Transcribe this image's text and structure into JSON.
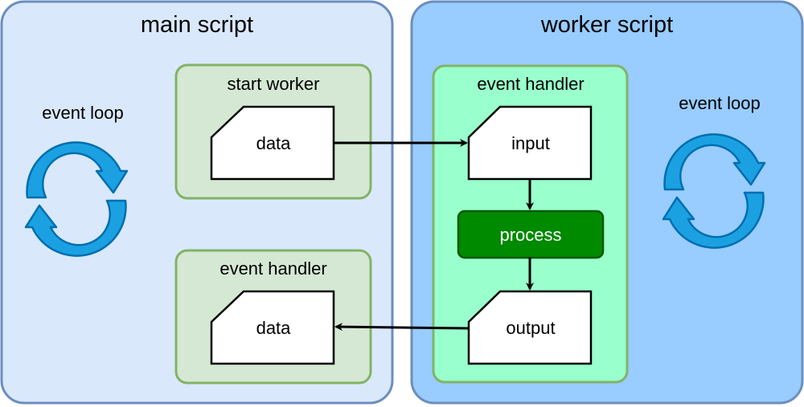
{
  "main_script": {
    "title": "main script",
    "event_loop_label": "event loop",
    "start_worker": {
      "title": "start worker",
      "data_label": "data"
    },
    "event_handler": {
      "title": "event handler",
      "data_label": "data"
    }
  },
  "worker_script": {
    "title": "worker script",
    "event_loop_label": "event loop",
    "event_handler": {
      "title": "event handler",
      "input_label": "input",
      "process_label": "process",
      "output_label": "output"
    }
  },
  "colors": {
    "main_panel_fill": "#dae8fc",
    "main_panel_stroke": "#6c8ebf",
    "worker_panel_fill": "#99ccff",
    "worker_panel_stroke": "#6c8ebf",
    "main_group_fill": "#d5e8d4",
    "main_group_stroke": "#82b366",
    "worker_group_fill": "#99ffcc",
    "worker_group_stroke": "#82b366",
    "process_fill": "#008a00",
    "process_stroke": "#005700",
    "loop_arrow_fill": "#1ba1e2",
    "loop_arrow_stroke": "#006eaf",
    "connector": "#000000"
  }
}
